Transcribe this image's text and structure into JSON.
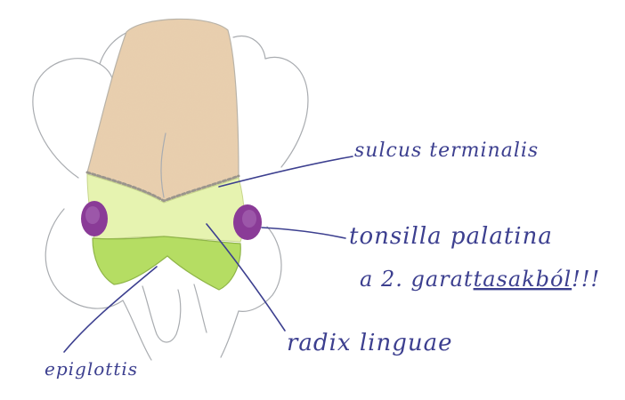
{
  "labels": {
    "sulcus": "sulcus terminalis",
    "tonsilla_line1": "tonsilla palatina",
    "tonsilla_line2_prefix": "a 2. garat",
    "tonsilla_line2_underlined": "tasakból",
    "tonsilla_line2_suffix": "!!!",
    "radix": "radix linguae",
    "epiglottis": "epiglottis"
  },
  "colors": {
    "ink": "#3c3f8f",
    "pencil": "#a9acb0",
    "tongue_body": "#e9cfae",
    "tongue_root": "#e6f3b0",
    "epiglottis": "#b5dd63",
    "tonsil": "#8a3b97"
  }
}
